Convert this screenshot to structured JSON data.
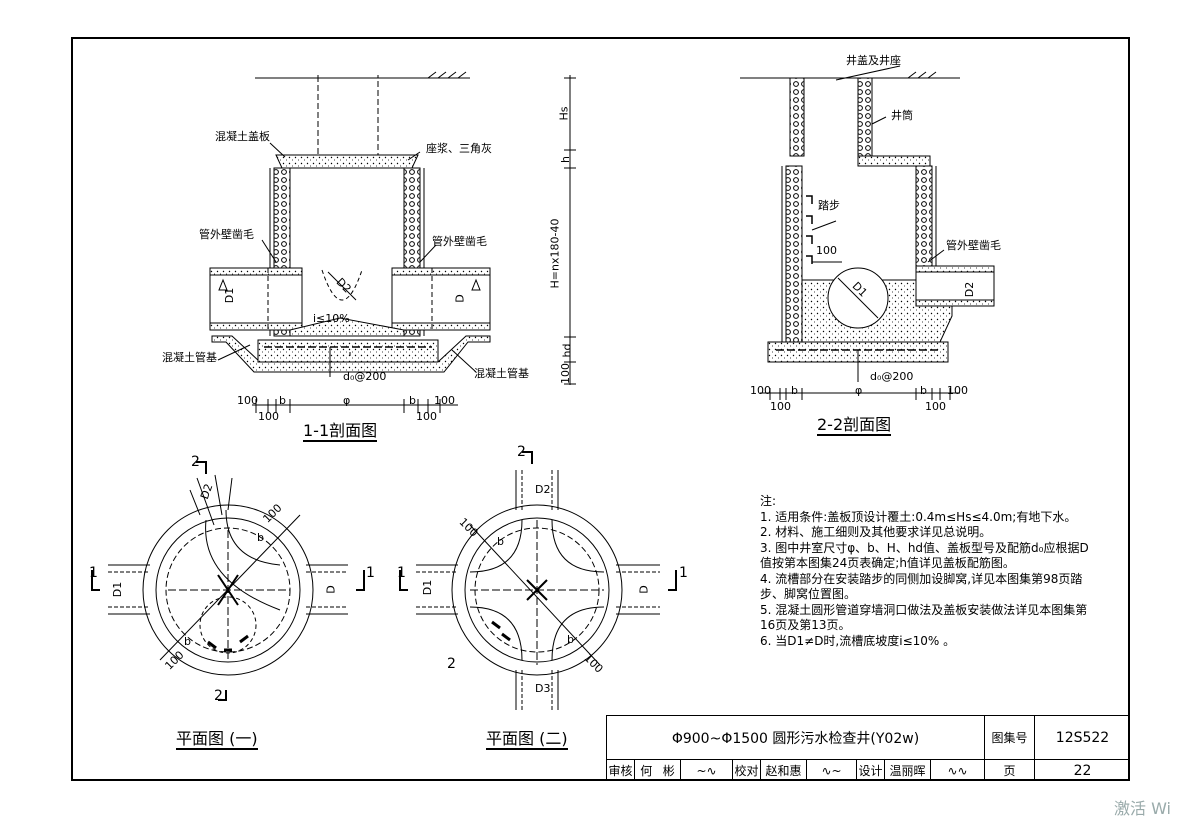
{
  "sheet": {
    "title": "Φ900~Φ1500 圆形污水检查井(Y02w)",
    "atlas_label": "图集号",
    "atlas_no": "12S522",
    "page_label": "页",
    "page_no": "22",
    "sign_row": [
      "审核",
      "何",
      "彬",
      "校对",
      "赵和惠",
      "设计",
      "温丽晖"
    ]
  },
  "section_11": {
    "caption": "1-1剖面图",
    "labels": {
      "cover": "混凝土盖板",
      "mortar": "座浆、三角灰",
      "wall_left": "管外壁凿毛",
      "wall_right": "管外壁凿毛",
      "base_left": "混凝土管基",
      "base_right": "混凝土管基",
      "slope": "i≤10%",
      "rebar": "d₀@200",
      "D1": "D1",
      "D": "D",
      "D2": "D2"
    },
    "dims": {
      "Hs": "Hs",
      "h": "h",
      "H": "H=nx180-40",
      "hd": "hd",
      "bottom": "100",
      "left_100a": "100",
      "left_100b": "100",
      "b_left": "b",
      "phi": "φ",
      "b_right": "b",
      "right_100a": "100",
      "right_100b": "100"
    }
  },
  "section_22": {
    "caption": "2-2剖面图",
    "labels": {
      "cover": "井盖及井座",
      "shaft": "井筒",
      "step": "踏步",
      "wall": "管外壁凿毛",
      "dim100": "100",
      "D1": "D1",
      "D2": "D2",
      "rebar": "d₀@200"
    },
    "dims": {
      "left_100a": "100",
      "b_left": "b",
      "phi": "φ",
      "b_right": "b",
      "right_100a": "100",
      "left_100b": "100",
      "right_100b": "100"
    }
  },
  "plan_1": {
    "caption": "平面图 (一)",
    "marks": {
      "s2top": "2",
      "s2bot": "2",
      "s1left": "1",
      "s1right": "1",
      "D1": "D1",
      "D": "D",
      "D2": "D2",
      "b1": "b",
      "b2": "b",
      "d100a": "100",
      "d100b": "100"
    }
  },
  "plan_2": {
    "caption": "平面图 (二)",
    "marks": {
      "s2top": "2",
      "s2bot": "2",
      "s1left": "1",
      "s1right": "1",
      "D1": "D1",
      "D": "D",
      "D2": "D2",
      "D3": "D3",
      "b1": "b",
      "b2": "b",
      "d100a": "100",
      "d100b": "100"
    }
  },
  "notes": {
    "heading": "注:",
    "items": [
      "1. 适用条件:盖板顶设计覆土:0.4m≤Hs≤4.0m;有地下水。",
      "2. 材料、施工细则及其他要求详见总说明。",
      "3. 图中井室尺寸φ、b、H、hd值、盖板型号及配筋d₀应根据D值按第本图集24页表确定;h值详见盖板配筋图。",
      "4. 流槽部分在安装踏步的同侧加设脚窝,详见本图集第98页踏步、脚窝位置图。",
      "5. 混凝土圆形管道穿墙洞口做法及盖板安装做法详见本图集第16页及第13页。",
      "6. 当D1≠D时,流槽底坡度i≤10% 。"
    ]
  },
  "watermark": "激活 Wi"
}
